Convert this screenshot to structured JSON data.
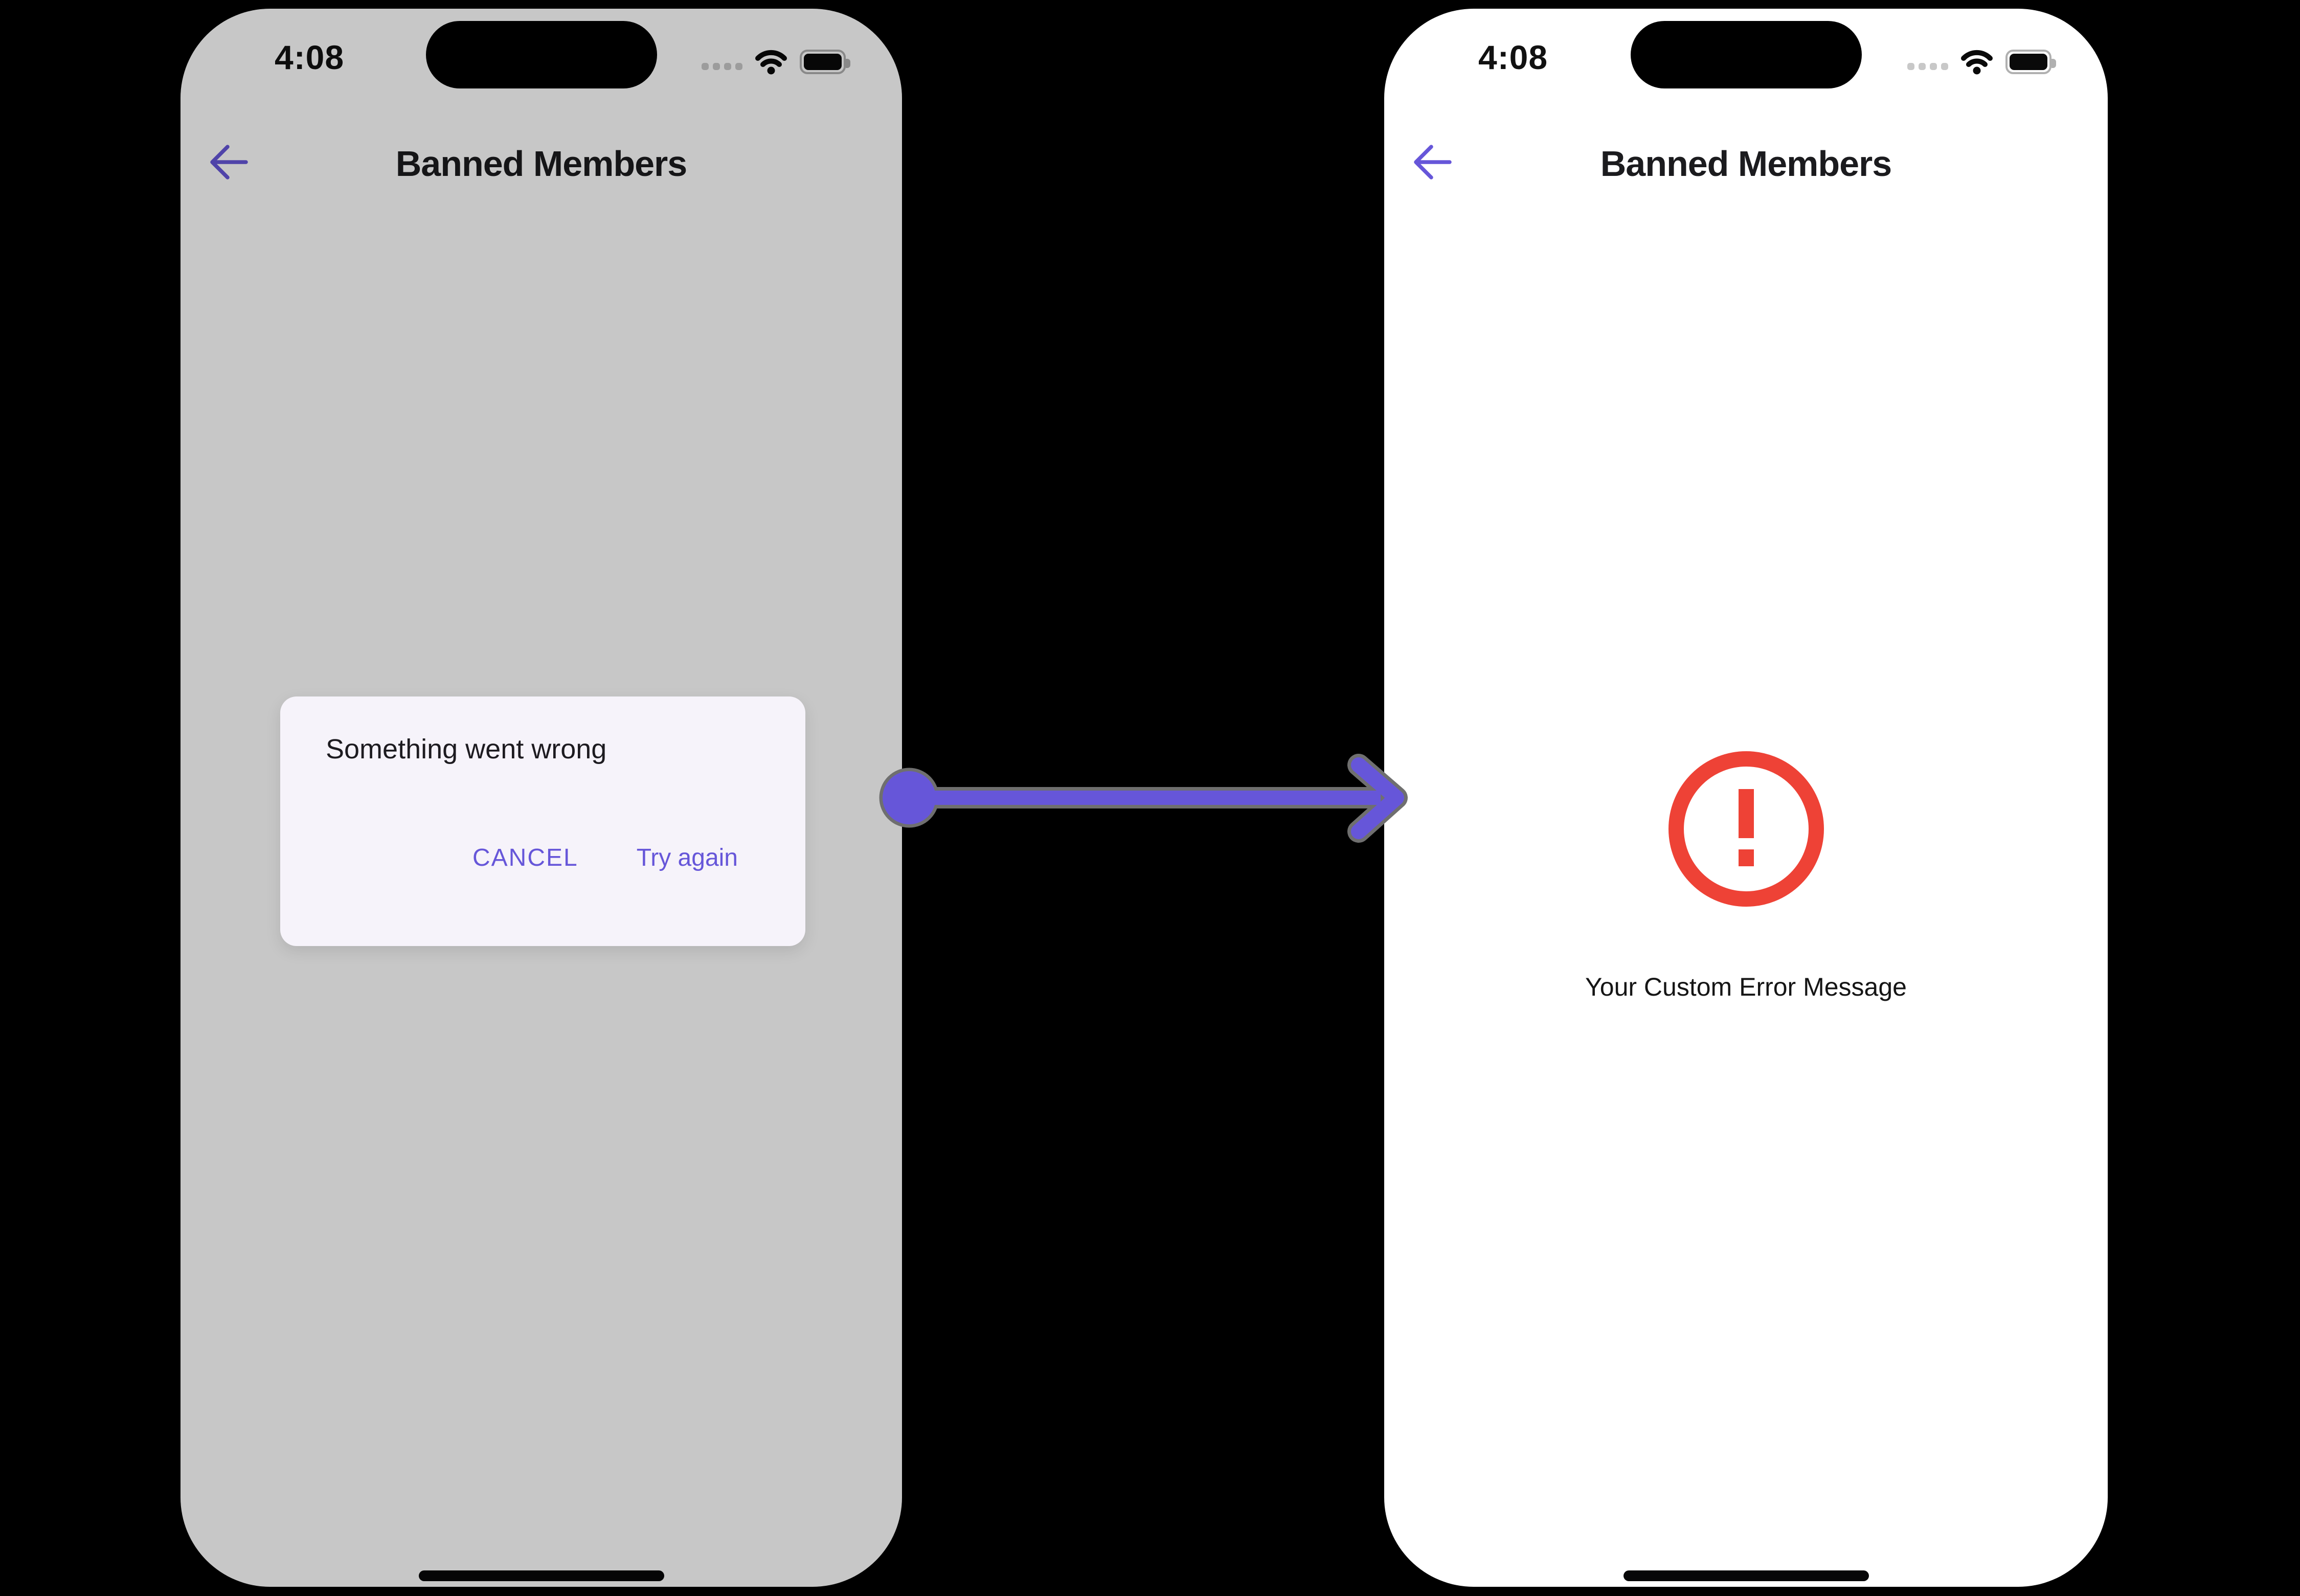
{
  "colors": {
    "accent_purple": "#6656D9",
    "error_red": "#EE4236",
    "scrim_gray": "#C7C6C8",
    "dialog_bg": "#F6F3FA",
    "phone_bg": "#FFFFFF",
    "background": "#000000"
  },
  "left_phone": {
    "status_bar": {
      "time": "4:08",
      "cellular_dots": 4
    },
    "header": {
      "title": "Banned Members"
    },
    "dialog": {
      "title": "Something went wrong",
      "cancel_label": "CANCEL",
      "try_again_label": "Try again"
    }
  },
  "right_phone": {
    "status_bar": {
      "time": "4:08",
      "cellular_dots": 4
    },
    "header": {
      "title": "Banned Members"
    },
    "error_state": {
      "message": "Your Custom Error Message"
    }
  },
  "icons": {
    "back": "arrow-left-icon",
    "wifi": "wifi-icon",
    "battery": "battery-icon",
    "cellular": "cellular-dots-icon",
    "error": "alert-circle-icon",
    "connector": "flow-arrow-right"
  }
}
